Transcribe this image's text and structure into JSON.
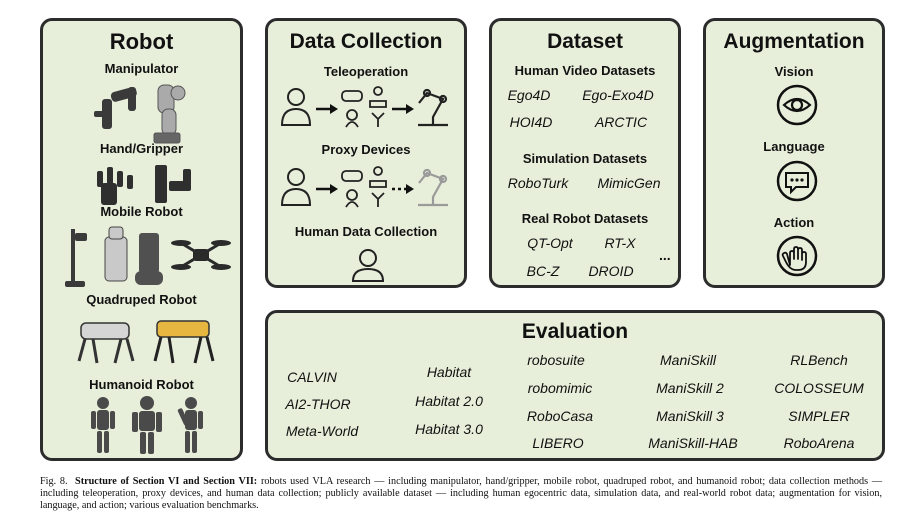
{
  "robot": {
    "title": "Robot",
    "items": [
      "Manipulator",
      "Hand/Gripper",
      "Mobile Robot",
      "Quadruped Robot",
      "Humanoid Robot"
    ]
  },
  "data_collection": {
    "title": "Data Collection",
    "items": [
      "Teleoperation",
      "Proxy Devices",
      "Human Data Collection"
    ]
  },
  "dataset": {
    "title": "Dataset",
    "groups": [
      {
        "title": "Human Video Datasets",
        "items": [
          "Ego4D",
          "Ego-Exo4D",
          "HOI4D",
          "ARCTIC"
        ]
      },
      {
        "title": "Simulation Datasets",
        "items": [
          "RoboTurk",
          "MimicGen"
        ]
      },
      {
        "title": "Real Robot Datasets",
        "items": [
          "QT-Opt",
          "RT-X",
          "BC-Z",
          "DROID",
          "..."
        ]
      }
    ]
  },
  "augmentation": {
    "title": "Augmentation",
    "items": [
      "Vision",
      "Language",
      "Action"
    ]
  },
  "evaluation": {
    "title": "Evaluation",
    "items": [
      "CALVIN",
      "AI2-THOR",
      "Meta-World",
      "Habitat",
      "Habitat 2.0",
      "Habitat 3.0",
      "robosuite",
      "robomimic",
      "RoboCasa",
      "LIBERO",
      "ManiSkill",
      "ManiSkill 2",
      "ManiSkill 3",
      "ManiSkill-HAB",
      "RLBench",
      "COLOSSEUM",
      "SIMPLER",
      "RoboArena"
    ]
  },
  "caption": {
    "label": "Fig. 8.",
    "bold": "Structure of Section VI and Section VII:",
    "text": "robots used VLA research — including manipulator, hand/gripper, mobile robot, quadruped robot, and humanoid robot; data collection methods — including teleoperation, proxy devices, and human data collection; publicly available dataset — including human egocentric data, simulation data, and real-world robot data; augmentation for vision, language, and action; various evaluation benchmarks."
  }
}
